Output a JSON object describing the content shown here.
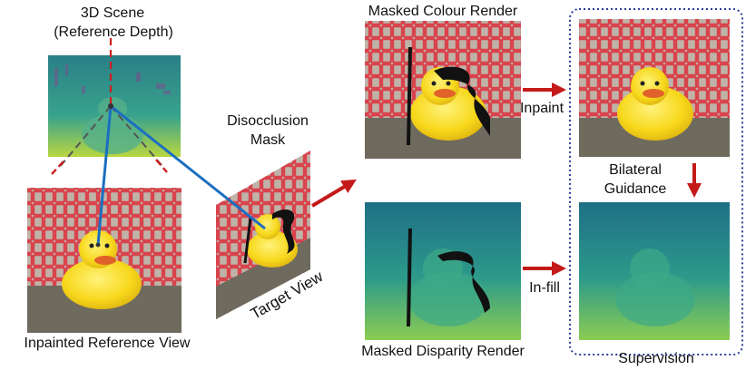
{
  "labels": {
    "scene_line1": "3D Scene",
    "scene_line2": "(Reference Depth)",
    "disocclusion_line1": "Disocclusion",
    "disocclusion_line2": "Mask",
    "target_view": "Target View",
    "inpainted_reference": "Inpainted Reference View",
    "masked_colour": "Masked Colour Render",
    "masked_disparity": "Masked Disparity Render",
    "inpaint": "Inpaint",
    "infill": "In-fill",
    "bilateral_line1": "Bilateral",
    "bilateral_line2": "Guidance",
    "supervision": "Supervision"
  },
  "colors": {
    "arrow_red": "#c41a1a",
    "ray_blue": "#1b6fc0",
    "dash_red": "#cc1f1f",
    "dash_grey": "#555555",
    "supervision_border": "#2a3f9a",
    "duck_yellow": "#f7d81c",
    "fence_red": "#d9434c",
    "depth_teal": "#2f9c8e",
    "depth_yellow_green": "#b9d640"
  }
}
